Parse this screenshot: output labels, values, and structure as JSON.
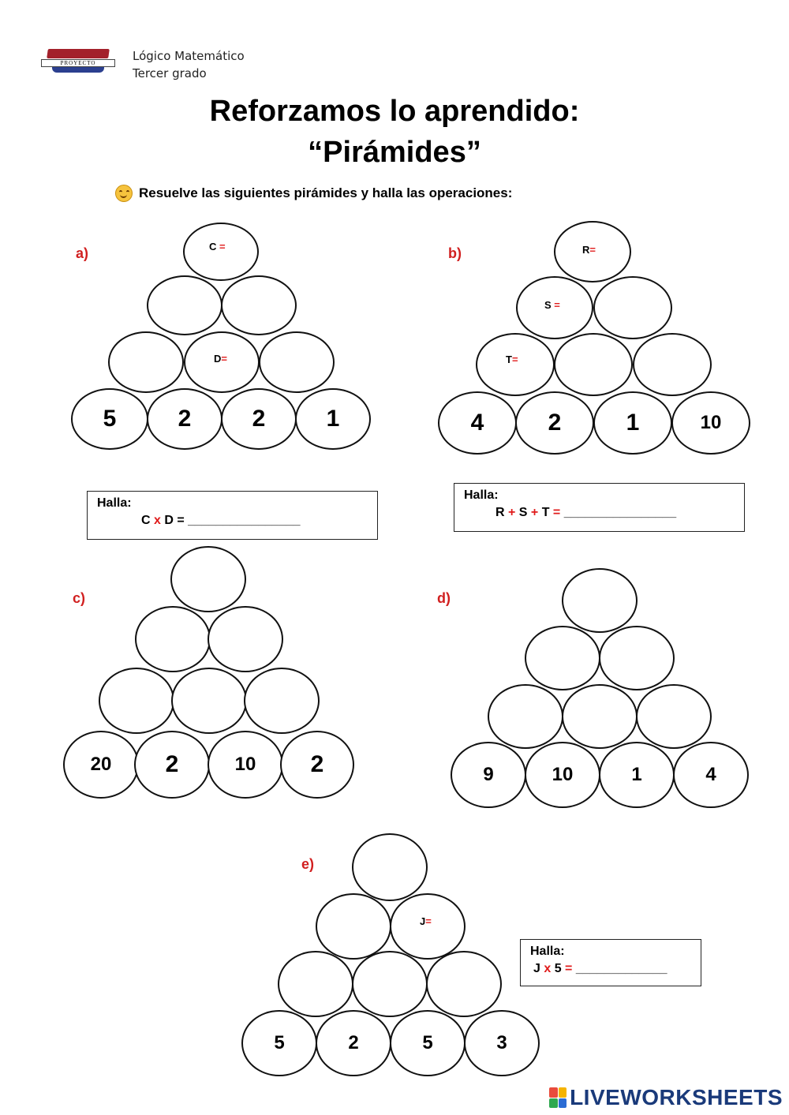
{
  "header": {
    "subject": "Lógico Matemático",
    "grade": "Tercer grado",
    "logo_text": "PROYECTO"
  },
  "title": {
    "line1": "Reforzamos lo aprendido:",
    "line2": "“Pirámides”"
  },
  "instruction": "Resuelve las siguientes pirámides y halla las operaciones:",
  "pyramids": {
    "a": {
      "label": "a)",
      "bottom": [
        "5",
        "2",
        "2",
        "1"
      ],
      "tag_top": "C",
      "tag_mid": "D",
      "eq": "="
    },
    "b": {
      "label": "b)",
      "bottom": [
        "4",
        "2",
        "1",
        "10"
      ],
      "tag_top": "R",
      "tag_s": "S",
      "tag_t": "T",
      "eq": "="
    },
    "c": {
      "label": "c)",
      "bottom": [
        "20",
        "2",
        "10",
        "2"
      ]
    },
    "d": {
      "label": "d)",
      "bottom": [
        "9",
        "10",
        "1",
        "4"
      ]
    },
    "e": {
      "label": "e)",
      "bottom": [
        "5",
        "2",
        "5",
        "3"
      ],
      "tag_j": "J",
      "eq": "="
    }
  },
  "boxes": {
    "a": {
      "title": "Halla:",
      "p1": "C ",
      "op1": "x",
      "p2": " D = ________________"
    },
    "b": {
      "title": "Halla:",
      "p1": "R ",
      "op1": "+",
      "p2": " S ",
      "op2": "+",
      "p3": " T ",
      "op3": "=",
      "p4": " ________________"
    },
    "e": {
      "title": "Halla:",
      "p1": "J ",
      "op1": "x",
      "p2": " 5 ",
      "op2": "=",
      "p3": " _____________"
    }
  },
  "footer": {
    "brand": "LIVEWORKSHEETS"
  },
  "colors": {
    "accent_red": "#e01b1b",
    "brand_blue": "#1a3a7a"
  },
  "icons": [
    "smiley-icon",
    "school-logo",
    "liveworksheets-logo"
  ]
}
